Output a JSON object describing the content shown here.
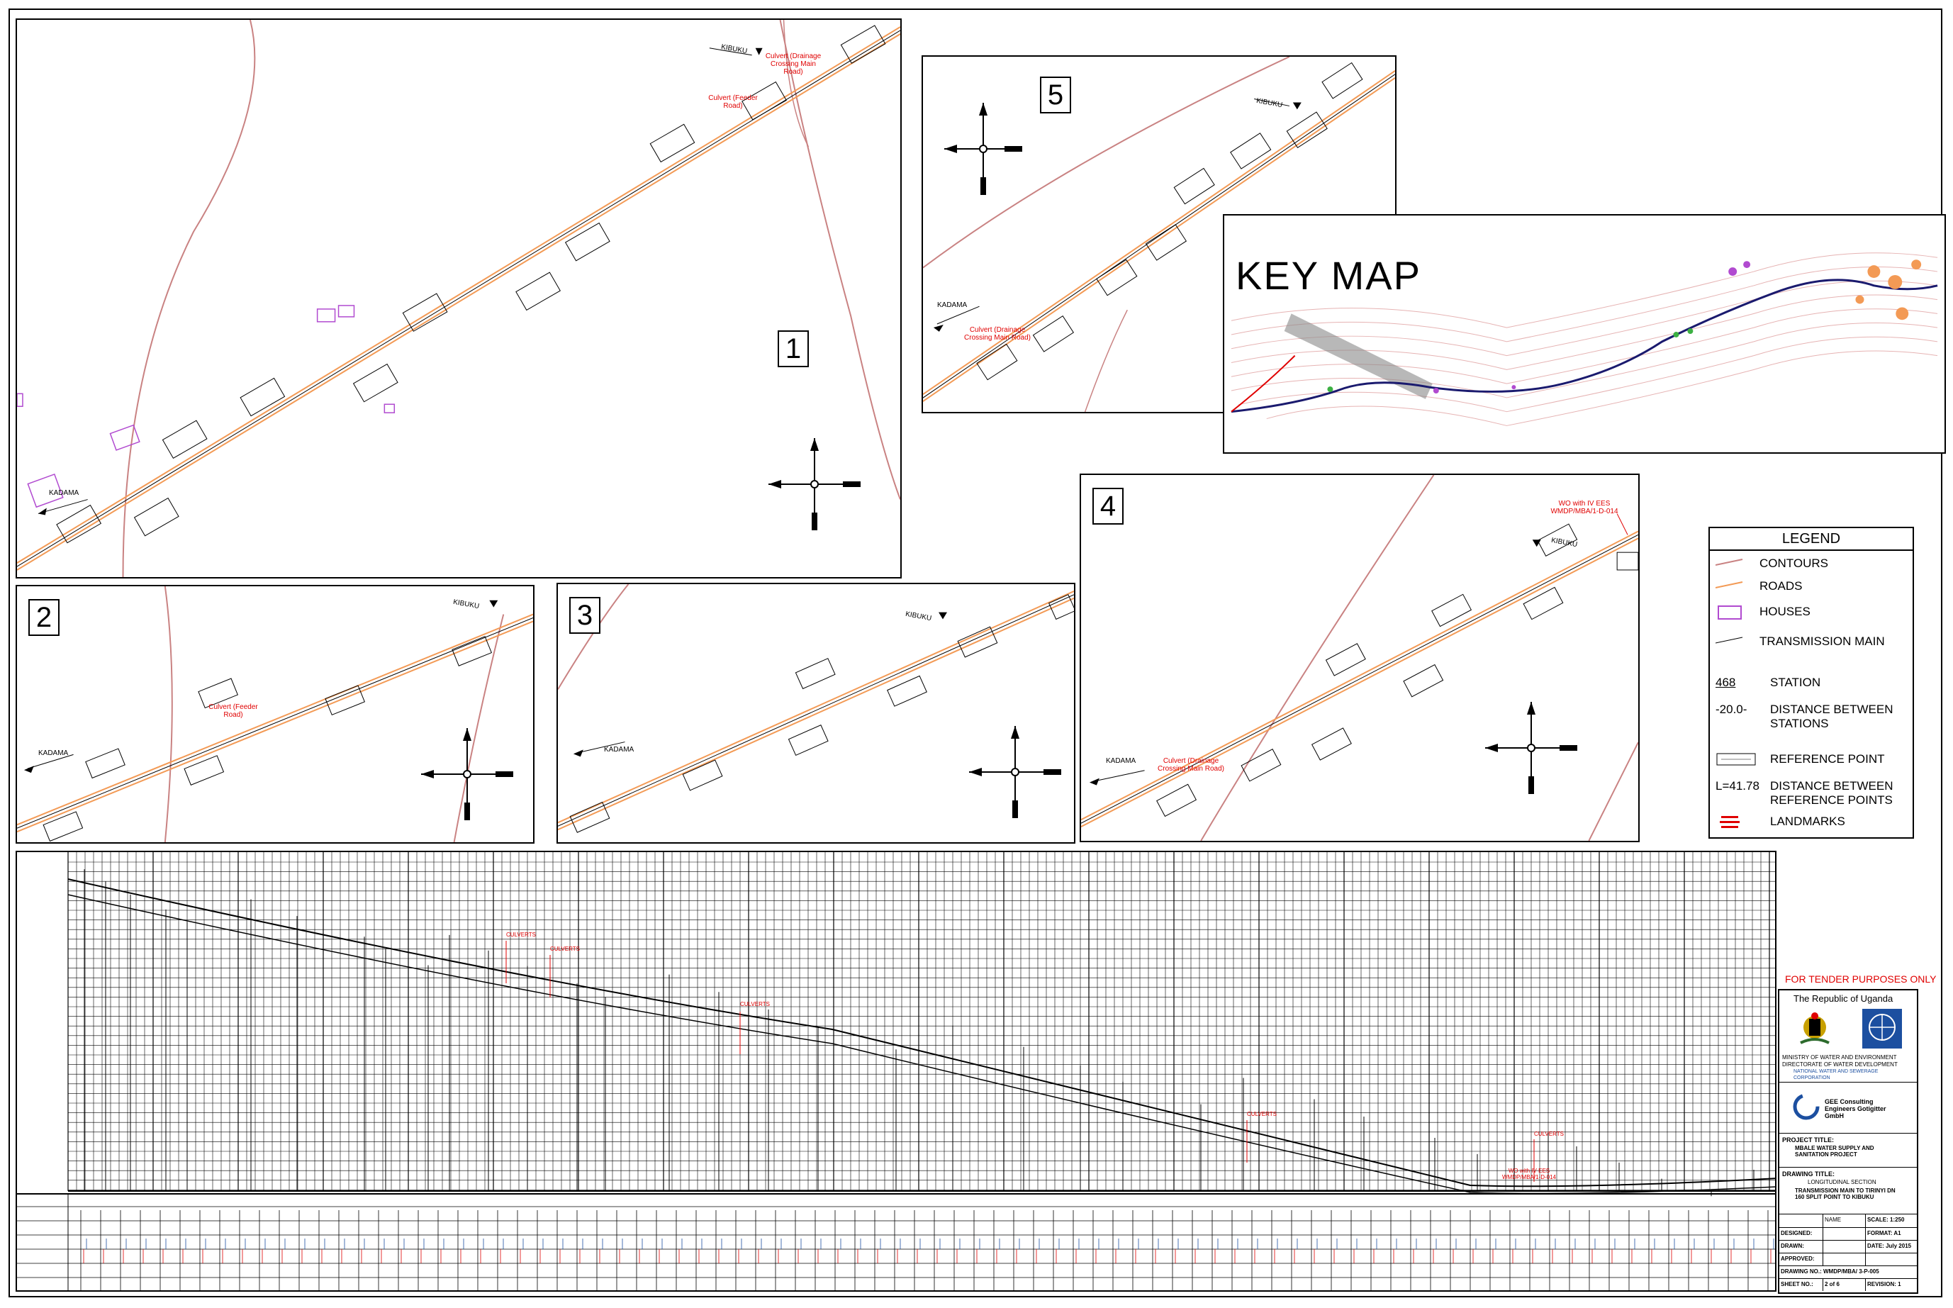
{
  "panels": [
    {
      "number": "1",
      "left_town": "KADAMA",
      "right_town": "KIBUKU",
      "notes": [
        "Culvert (Drainage Crossing Main Road)",
        "Culvert (Feeder Road)"
      ]
    },
    {
      "number": "2",
      "left_town": "KADAMA",
      "right_town": "KIBUKU",
      "notes": [
        "Culvert (Feeder Road)"
      ]
    },
    {
      "number": "3",
      "left_town": "KADAMA",
      "right_town": "KIBUKU",
      "notes": []
    },
    {
      "number": "4",
      "left_town": "KADAMA",
      "right_town": "KIBUKU",
      "notes": [
        "Culvert (Drainage Crossing Main Road)",
        "WO with IV EES WMDP/MBA/1-D-014"
      ]
    },
    {
      "number": "5",
      "left_town": "KADAMA",
      "right_town": "KIBUKU",
      "notes": [
        "Culvert (Drainage Crossing Main Road)"
      ]
    }
  ],
  "compass": {
    "north": "North",
    "east": "East"
  },
  "key_map": {
    "title": "KEY  MAP"
  },
  "legend": {
    "title": "LEGEND",
    "items": [
      {
        "label": "CONTOURS",
        "color": "#c98282"
      },
      {
        "label": "ROADS",
        "color": "#f39a55"
      },
      {
        "label": "HOUSES",
        "color": "#b14ad0"
      },
      {
        "label": "TRANSMISSION MAIN",
        "color": "#000000"
      },
      {
        "label": "STATION",
        "symbol": "468"
      },
      {
        "label": "DISTANCE BETWEEN STATIONS",
        "symbol": "-20.0-"
      },
      {
        "label": "REFERENCE POINT"
      },
      {
        "label": "DISTANCE BETWEEN REFERENCE POINTS",
        "symbol": "L=41.78"
      },
      {
        "label": "LANDMARKS",
        "color": "#e00000"
      }
    ]
  },
  "tender_note": "FOR TENDER PURPOSES ONLY",
  "title_block": {
    "republic": "The Republic of Uganda",
    "ministry": "MINISTRY OF WATER AND ENVIRONMENT",
    "directorate": "DIRECTORATE OF WATER DEVELOPMENT",
    "corporation": "NATIONAL WATER AND SEWERAGE CORPORATION",
    "consultant": "GEE Consulting Engineers Gotigitter GmbH",
    "project_title_label": "PROJECT TITLE:",
    "project_title": "MBALE WATER SUPPLY AND SANITATION PROJECT",
    "drawing_title_label": "DRAWING TITLE:",
    "drawing_title_1": "LONGITUDINAL SECTION",
    "drawing_title_2": "TRANSMISSION MAIN TO TIRINYI DN 160 SPLIT POINT TO KIBUKU",
    "name_header": "NAME",
    "scale": "SCALE: 1:250",
    "designed_label": "DESIGNED:",
    "format": "FORMAT: A1",
    "drawn_label": "DRAWN:",
    "date": "DATE: July 2015",
    "approved_label": "APPROVED:",
    "drawing_no": "DRAWING NO.: WMDP/MBA/ 3-P-005",
    "sheet_no_label": "SHEET NO.:",
    "sheet_no": "2 of 6",
    "revision": "REVISION: 1"
  },
  "profile": {
    "culvert_label": "CULVERTS",
    "wo_label": "WO with IV EES WMDP/MBA/1-D-014"
  }
}
